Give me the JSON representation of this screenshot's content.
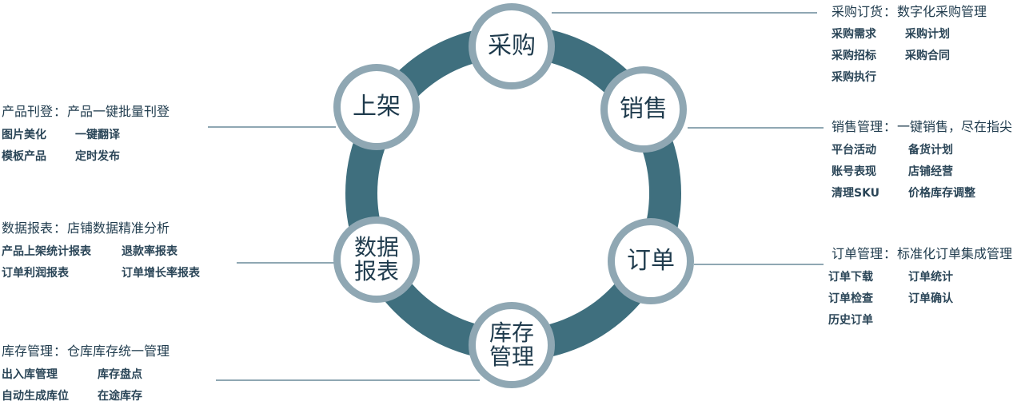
{
  "colors": {
    "ring": "#3f6f7e",
    "node_border": "#8fa7b3",
    "line": "#8fa7b3",
    "text": "#1f3b4d"
  },
  "nodes": {
    "purchase": "采购",
    "sales": "销售",
    "order": "订单",
    "inventory": [
      "库存",
      "管理"
    ],
    "report": [
      "数据",
      "报表"
    ],
    "listing": "上架"
  },
  "panels": {
    "purchase": {
      "title": "采购订货",
      "subtitle": "数字化采购管理",
      "items": [
        "采购需求",
        "采购计划",
        "采购招标",
        "采购合同",
        "采购执行"
      ]
    },
    "sales": {
      "title": "销售管理",
      "subtitle": "一键销售，尽在指尖",
      "items": [
        "平台活动",
        "备货计划",
        "账号表现",
        "店铺经营",
        "清理SKU",
        "价格库存调整"
      ]
    },
    "order": {
      "title": "订单管理",
      "subtitle": "标准化订单集成管理",
      "items": [
        "订单下载",
        "订单统计",
        "订单检查",
        "订单确认",
        "历史订单"
      ]
    },
    "listing": {
      "title": "产品刊登",
      "subtitle": "产品一键批量刊登",
      "items": [
        "图片美化",
        "一键翻译",
        "模板产品",
        "定时发布"
      ]
    },
    "report": {
      "title": "数据报表",
      "subtitle": "店铺数据精准分析",
      "items": [
        "产品上架统计报表",
        "退款率报表",
        "订单利润报表",
        "订单增长率报表"
      ]
    },
    "inventory": {
      "title": "库存管理",
      "subtitle": "仓库库存统一管理",
      "items": [
        "出入库管理",
        "库存盘点",
        "自动生成库位",
        "在途库存"
      ]
    }
  }
}
